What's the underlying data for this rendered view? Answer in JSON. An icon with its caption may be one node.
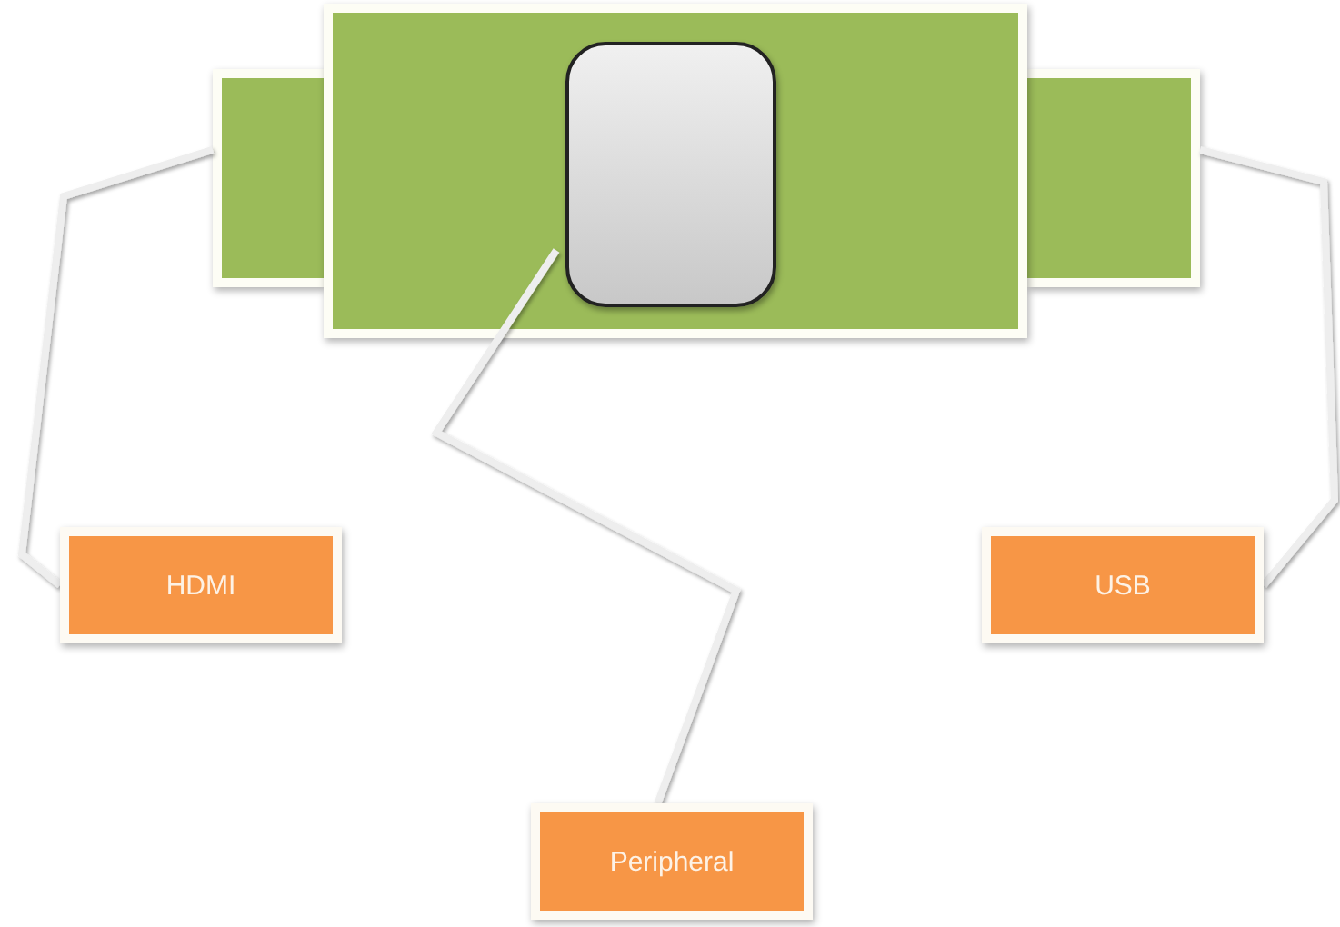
{
  "diagram": {
    "nodes": [
      {
        "text": [],
        "shape": "box"
      },
      {
        "text": [],
        "shape": "box"
      },
      {
        "text": [],
        "shape": "box",
        "in": 1
      },
      {
        "text": [],
        "shape": "box"
      },
      {
        "text": [
          "HDMI"
        ]
      },
      {
        "text": [
          "USB"
        ]
      },
      {
        "text": [
          "Peripheral"
        ]
      }
    ],
    "edges": [
      {
        "from": 4,
        "to": 0,
        "arrow": "none"
      },
      {
        "from": 5,
        "to": 3,
        "arrow": "none"
      },
      {
        "from": 6,
        "to": 2,
        "arrow": "none"
      }
    ]
  }
}
